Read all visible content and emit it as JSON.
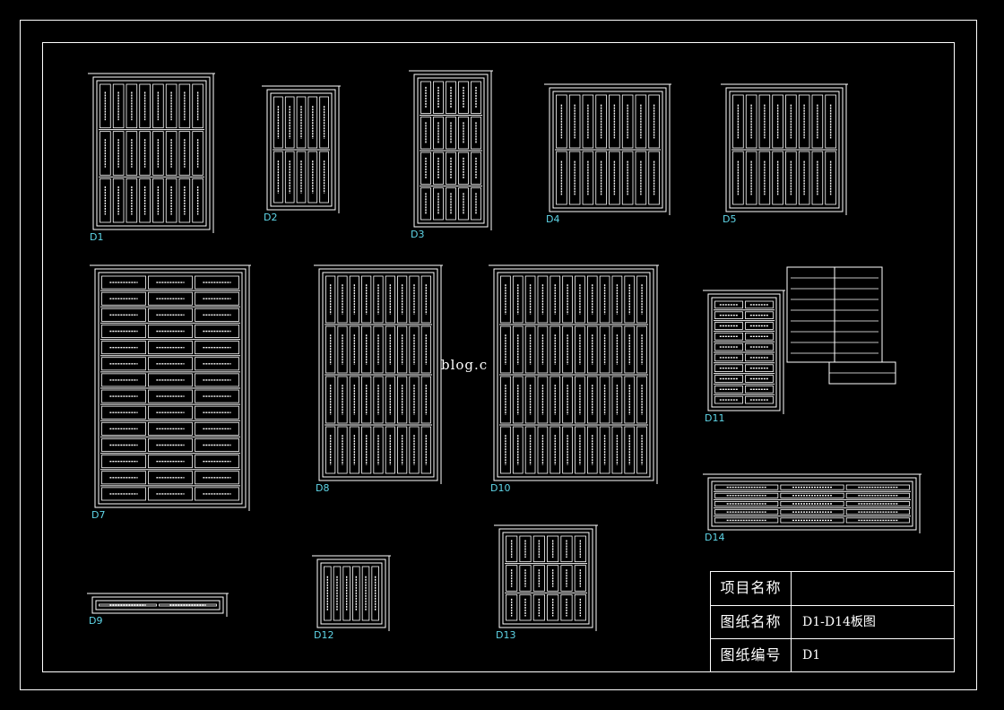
{
  "drawing": {
    "background_color": "#000000",
    "line_color": "#ffffff",
    "label_color": "#5fd6e8",
    "panels": [
      {
        "id": "panel-d1",
        "label": "D1",
        "rows": 3,
        "cols": 8
      },
      {
        "id": "panel-d2",
        "label": "D2",
        "rows": 2,
        "cols": 5
      },
      {
        "id": "panel-d3",
        "label": "D3",
        "rows": 4,
        "cols": 5
      },
      {
        "id": "panel-d4",
        "label": "D4",
        "rows": 2,
        "cols": 8
      },
      {
        "id": "panel-d5",
        "label": "D5",
        "rows": 2,
        "cols": 8
      },
      {
        "id": "panel-d7",
        "label": "D7",
        "rows": 14,
        "cols": 3
      },
      {
        "id": "panel-d8",
        "label": "D8",
        "rows": 4,
        "cols": 9
      },
      {
        "id": "panel-d10",
        "label": "D10",
        "rows": 4,
        "cols": 12
      },
      {
        "id": "panel-d11",
        "label": "D11",
        "rows": 10,
        "cols": 2
      },
      {
        "id": "panel-d14",
        "label": "D14",
        "rows": 5,
        "cols": 3
      },
      {
        "id": "panel-d9",
        "label": "D9",
        "rows": 1,
        "cols": 2
      },
      {
        "id": "panel-d12",
        "label": "D12",
        "rows": 1,
        "cols": 6
      },
      {
        "id": "panel-d13",
        "label": "D13",
        "rows": 3,
        "cols": 6
      }
    ]
  },
  "watermark": "blog.c",
  "title_block": {
    "rows": [
      {
        "label": "项目名称",
        "value": ""
      },
      {
        "label": "图纸名称",
        "value": "D1-D14板图"
      },
      {
        "label": "图纸编号",
        "value": "D1"
      }
    ]
  }
}
